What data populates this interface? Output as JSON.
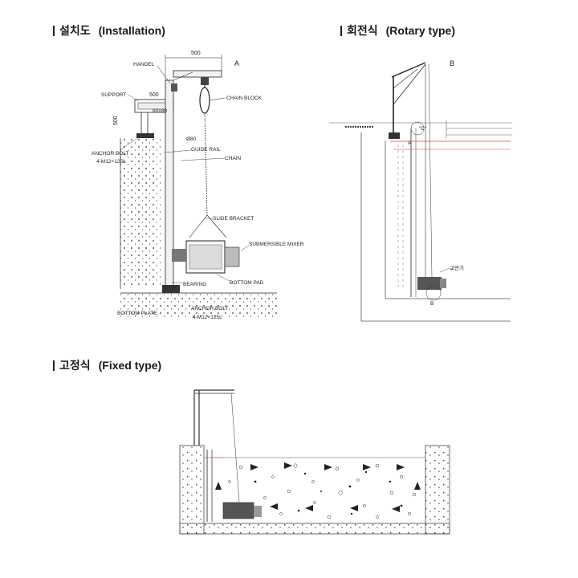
{
  "sections": {
    "installation": {
      "title_ko": "설치도",
      "title_en": "(Installation)"
    },
    "rotary": {
      "title_ko": "회전식",
      "title_en": "(Rotary type)"
    },
    "fixed": {
      "title_ko": "고정식",
      "title_en": "(Fixed type)"
    }
  },
  "installation_labels": {
    "view_letter": "A",
    "dim_top": "500",
    "handel": "HANDEL",
    "support": "SUPPORT",
    "dim_support": "500",
    "profile": "80×80",
    "dim_side": "500",
    "anchor_bolt": "ANCHOR BOLT",
    "anchor_spec": "4-M12×125L",
    "chain_block": "CHAIN BLOCK",
    "pipe_dia": "Ø80",
    "guide_rail": "GUIDE RAIL",
    "chain": "CHAIN",
    "slide_bracket": "SLIDE BRACKET",
    "submersible_mixer": "SUBMERSIBLE MIXER",
    "bearing": "BEARING",
    "bottom_pad": "BOTTOM PAD",
    "bottom_plate": "BOTTOM PLATE",
    "anchor_bolt_2": "ANCHOR BOLT",
    "anchor_spec_2": "4-M12×125L"
  },
  "rotary_labels": {
    "view_letter": "B",
    "detail_c": "\"C\"",
    "detail_a": "A",
    "mixer_ko": "교반기",
    "detail_b": "B"
  },
  "colors": {
    "line": "#2a2a2a",
    "red_line": "#d24a4a",
    "concrete": "#d8d8d8"
  }
}
